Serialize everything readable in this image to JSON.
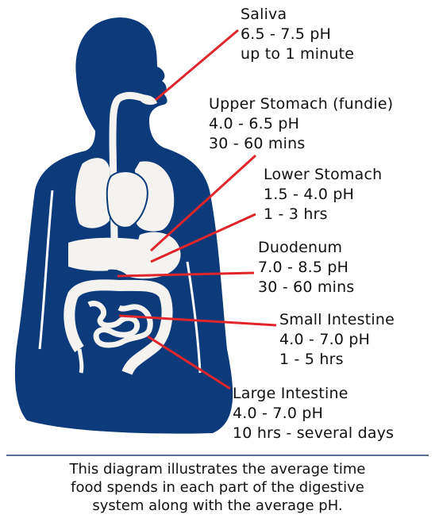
{
  "organs": [
    {
      "name": "Saliva",
      "ph": "6.5 - 7.5 pH",
      "time": "up to 1 minute"
    },
    {
      "name": "Upper Stomach (fundie)",
      "ph": "4.0 - 6.5 pH",
      "time": "30 - 60 mins"
    },
    {
      "name": "Lower Stomach",
      "ph": "1.5 - 4.0 pH",
      "time": "1 - 3 hrs"
    },
    {
      "name": "Duodenum",
      "ph": "7.0 - 8.5 pH",
      "time": "30 - 60 mins"
    },
    {
      "name": "Small Intestine",
      "ph": "4.0 - 7.0 pH",
      "time": "1 - 5 hrs"
    },
    {
      "name": "Large Intestine",
      "ph": "4.0 - 7.0 pH",
      "time": "10 hrs - several days"
    }
  ],
  "caption": [
    "This diagram illustrates the average time",
    "food spends in each part of the digestive",
    "system along with the average pH."
  ],
  "colors": {
    "body": "#0d3a7a",
    "organs": "#f5f3ef",
    "leader_lines": "#e0262c",
    "rule": "#5b6f93"
  }
}
